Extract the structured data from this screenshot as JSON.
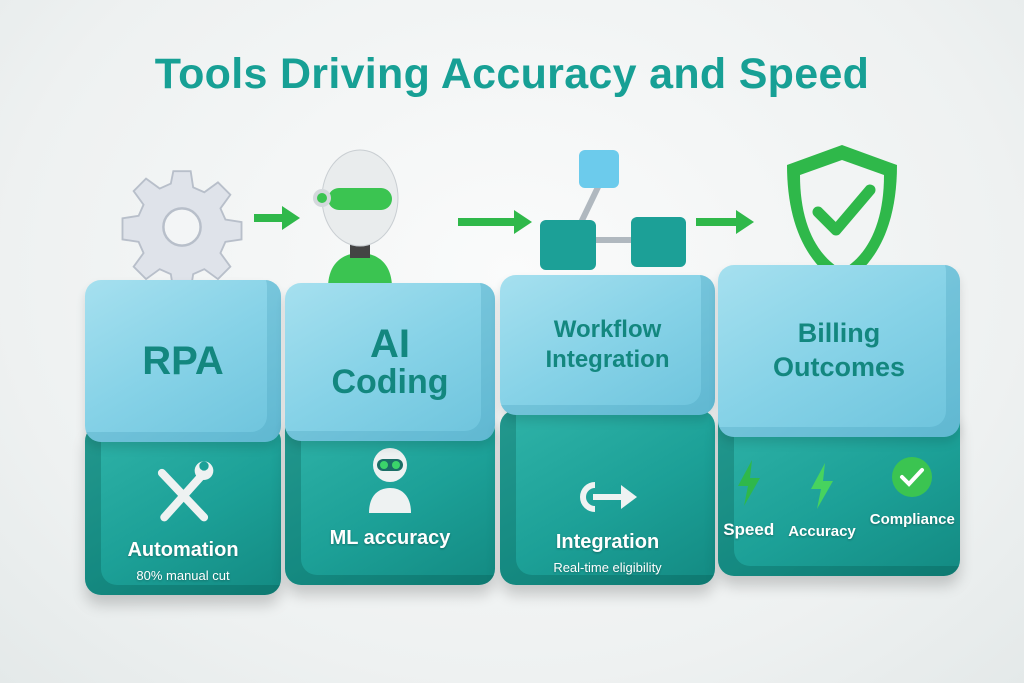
{
  "title": "Tools Driving Accuracy and Speed",
  "colors": {
    "title": "#17a095",
    "top_block": "#86d2e7",
    "bottom_block": "#1ca097",
    "accent_green": "#3bc451"
  },
  "columns": [
    {
      "top_label": "RPA",
      "icon": "gear-icon",
      "bottom_icon": "wrench-screwdriver-icon",
      "bottom_label": "Automation",
      "bottom_sub": "80% manual cut"
    },
    {
      "top_label_1": "AI",
      "top_label_2": "Coding",
      "icon": "robot-head-icon",
      "bottom_icon": "robot-avatar-icon",
      "bottom_label": "ML accuracy"
    },
    {
      "top_label_1": "Workflow",
      "top_label_2": "Integration",
      "icon": "network-nodes-icon",
      "bottom_icon": "link-arrow-icon",
      "bottom_label": "Integration",
      "bottom_sub": "Real-time eligibility"
    },
    {
      "top_label_1": "Billing",
      "top_label_2": "Outcomes",
      "icon": "shield-check-icon",
      "bottom_items": [
        "Speed",
        "Accuracy",
        "Compliance"
      ]
    }
  ]
}
